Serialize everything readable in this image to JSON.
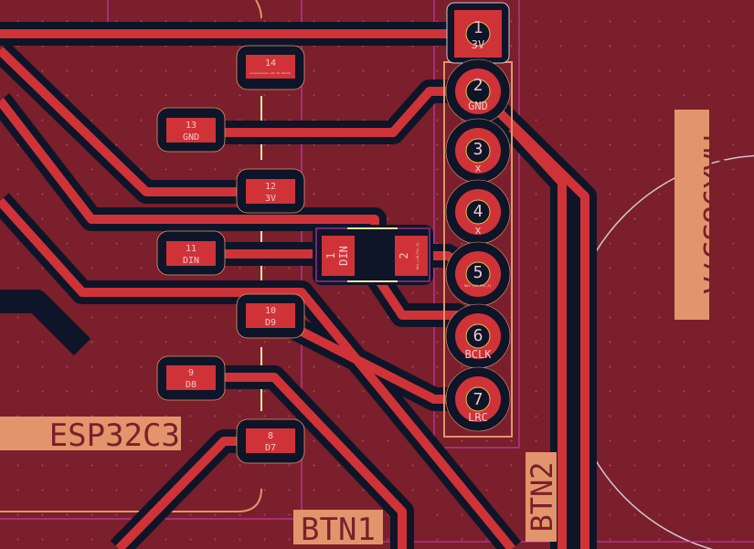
{
  "labels": {
    "esp32": "ESP32C3",
    "max": "MAX98357A",
    "btn1": "BTN1",
    "btn2": "BTN2"
  },
  "module_pads": [
    {
      "num": "14",
      "net": "unconnected-(U1-3V-Pad14)"
    },
    {
      "num": "13",
      "net": "GND"
    },
    {
      "num": "12",
      "net": "3V"
    },
    {
      "num": "11",
      "net": "DIN"
    },
    {
      "num": "10",
      "net": "D9"
    },
    {
      "num": "9",
      "net": "D8"
    },
    {
      "num": "8",
      "net": "D7"
    }
  ],
  "connector_pins": [
    {
      "num": "1",
      "net": "3V"
    },
    {
      "num": "2",
      "net": "GND"
    },
    {
      "num": "3",
      "net": "x"
    },
    {
      "num": "4",
      "net": "x"
    },
    {
      "num": "5",
      "net": "Net-(J4-Pin_5)"
    },
    {
      "num": "6",
      "net": "BCLK"
    },
    {
      "num": "7",
      "net": "LRC"
    }
  ],
  "resistor_pads": [
    {
      "num": "1",
      "net": "DIN"
    },
    {
      "num": "2",
      "net": "Net-(J4-Pin_5)"
    }
  ],
  "colors": {
    "board": "#7a1f2b",
    "copper": "#cf3338",
    "clearance": "#0e1528",
    "silkscreen": "#e2956c",
    "courtyard": "#d040c0",
    "fab": "#f4e7a0"
  }
}
